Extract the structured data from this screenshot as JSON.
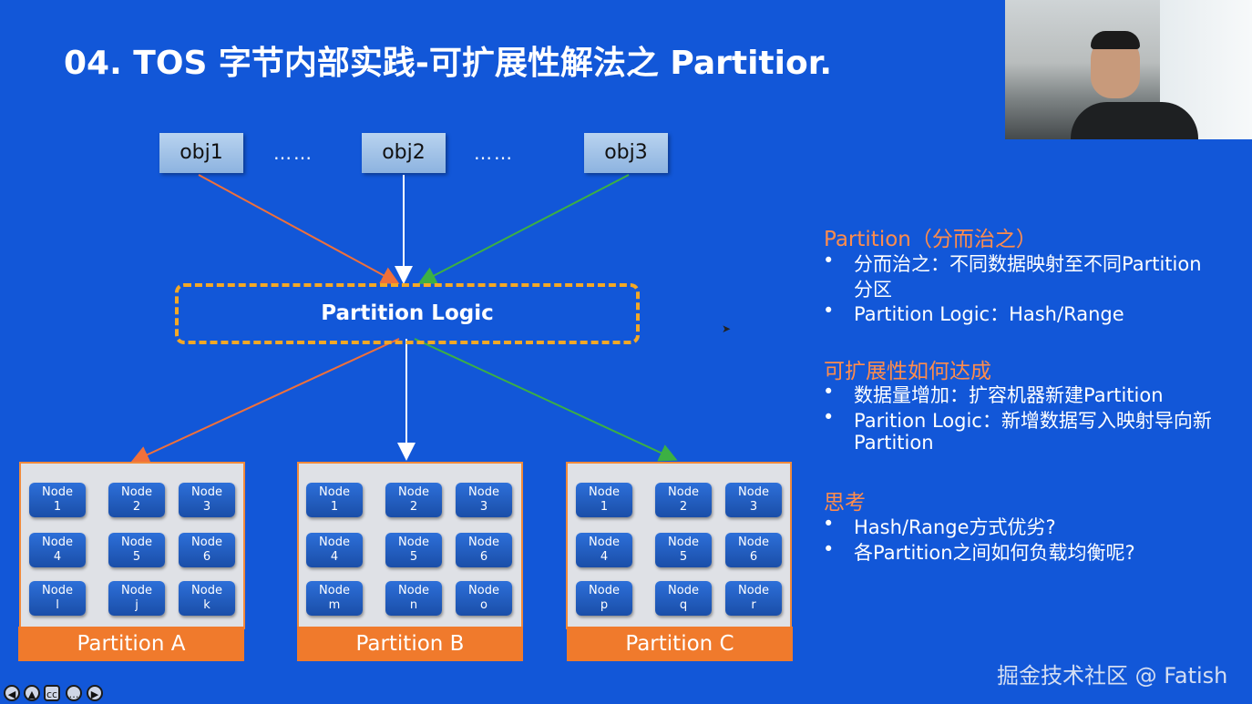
{
  "slide": {
    "title": "04. TOS 字节内部实践-可扩展性解法之 Partitior."
  },
  "diagram": {
    "objects": [
      "obj1",
      "obj2",
      "obj3"
    ],
    "ellipsis": "……",
    "logic_label": "Partition Logic",
    "partitions": [
      {
        "label": "Partition A",
        "nodes": [
          [
            "Node",
            "1"
          ],
          [
            "Node",
            "2"
          ],
          [
            "Node",
            "3"
          ],
          [
            "Node",
            "4"
          ],
          [
            "Node",
            "5"
          ],
          [
            "Node",
            "6"
          ],
          [
            "Node",
            "l"
          ],
          [
            "Node",
            "j"
          ],
          [
            "Node",
            "k"
          ]
        ]
      },
      {
        "label": "Partition B",
        "nodes": [
          [
            "Node",
            "1"
          ],
          [
            "Node",
            "2"
          ],
          [
            "Node",
            "3"
          ],
          [
            "Node",
            "4"
          ],
          [
            "Node",
            "5"
          ],
          [
            "Node",
            "6"
          ],
          [
            "Node",
            "m"
          ],
          [
            "Node",
            "n"
          ],
          [
            "Node",
            "o"
          ]
        ]
      },
      {
        "label": "Partition C",
        "nodes": [
          [
            "Node",
            "1"
          ],
          [
            "Node",
            "2"
          ],
          [
            "Node",
            "3"
          ],
          [
            "Node",
            "4"
          ],
          [
            "Node",
            "5"
          ],
          [
            "Node",
            "6"
          ],
          [
            "Node",
            "p"
          ],
          [
            "Node",
            "q"
          ],
          [
            "Node",
            "r"
          ]
        ]
      }
    ],
    "arrow_colors": {
      "orange": "#f0703a",
      "white": "#ffffff",
      "green": "#3cb043"
    }
  },
  "notes": {
    "s1_head": "Partition（分而治之）",
    "s1_b1_l1": "分而治之：不同数据映射至不同Partition",
    "s1_b1_l2": "分区",
    "s1_b2": "Partition Logic：Hash/Range",
    "s2_head": "可扩展性如何达成",
    "s2_b1": "数据量增加：扩容机器新建Partition",
    "s2_b2_l1": "Parition Logic：新增数据写入映射导向新",
    "s2_b2_l2": "Partition",
    "s3_head": "思考",
    "s3_b1": "Hash/Range方式优劣?",
    "s3_b2": "各Partition之间如何负载均衡呢?"
  },
  "watermark": "掘金技术社区 @ Fatish",
  "colors": {
    "background": "#1257d8",
    "accent": "#ff8c4c",
    "partition_bar": "#f07a2c",
    "logic_border": "#f4a825"
  },
  "controls": [
    "back-icon",
    "warning-icon",
    "captions-icon",
    "more-icon",
    "forward-icon"
  ]
}
